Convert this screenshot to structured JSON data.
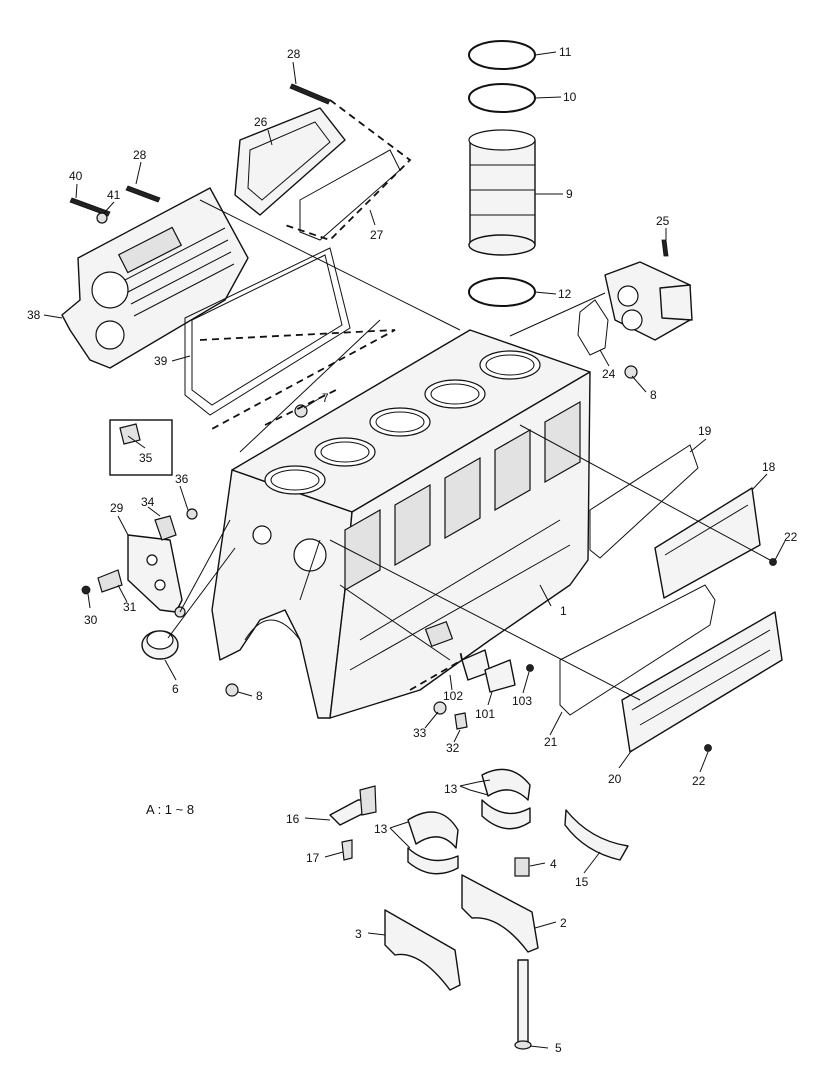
{
  "note": "A : 1 ~ 8",
  "callouts": {
    "c1": "1",
    "c2": "2",
    "c3": "3",
    "c4": "4",
    "c5": "5",
    "c6": "6",
    "c7": "7",
    "c8a": "8",
    "c8b": "8",
    "c9": "9",
    "c10": "10",
    "c11": "11",
    "c12": "12",
    "c13a": "13",
    "c13b": "13",
    "c15": "15",
    "c16": "16",
    "c17": "17",
    "c18": "18",
    "c19": "19",
    "c20": "20",
    "c21": "21",
    "c22a": "22",
    "c22b": "22",
    "c24": "24",
    "c25": "25",
    "c26": "26",
    "c27": "27",
    "c28a": "28",
    "c28b": "28",
    "c29": "29",
    "c30": "30",
    "c31": "31",
    "c32": "32",
    "c33": "33",
    "c34": "34",
    "c35": "35",
    "c36": "36",
    "c38": "38",
    "c39": "39",
    "c40": "40",
    "c41": "41",
    "c101": "101",
    "c102": "102",
    "c103": "103"
  }
}
